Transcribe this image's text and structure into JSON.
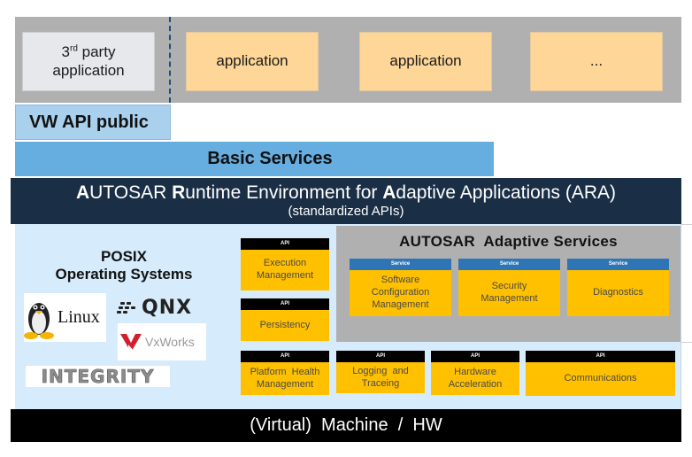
{
  "applications": {
    "third_party": {
      "prefix": "3",
      "sup": "rd",
      "line1_rest": " party",
      "line2": "application"
    },
    "items": [
      "application",
      "application",
      "..."
    ]
  },
  "vw_api": "VW API public",
  "basic_services": "Basic Services",
  "ara": {
    "title_parts": [
      {
        "b": "A",
        "t": "UTOSAR "
      },
      {
        "b": "R",
        "t": "untime Environment for "
      },
      {
        "b": "A",
        "t": "daptive Applications (ARA)"
      }
    ],
    "subtitle": "(standardized APIs)"
  },
  "posix": {
    "line1": "POSIX",
    "line2": "Operating Systems"
  },
  "os_logos": {
    "linux": "Linux",
    "qnx": "QNX",
    "vxworks": "VxWorks",
    "integrity": "INTEGRITY"
  },
  "api_tag": "API",
  "service_tag": "Service",
  "left_modules": [
    {
      "label_lines": [
        "Execution",
        "Management"
      ]
    },
    {
      "label_lines": [
        "Persistency"
      ]
    }
  ],
  "adaptive_services": {
    "title": "AUTOSAR  Adaptive Services",
    "items": [
      {
        "label_lines": [
          "Software",
          "Configuration",
          "Management"
        ]
      },
      {
        "label_lines": [
          "Security",
          "Management"
        ]
      },
      {
        "label_lines": [
          "Diagnostics"
        ]
      }
    ]
  },
  "bottom_modules": [
    {
      "label_lines": [
        "Platform  Health",
        "Management"
      ]
    },
    {
      "label_lines": [
        "Logging  and",
        "Traceing"
      ]
    },
    {
      "label_lines": [
        "Hardware",
        "Acceleration"
      ]
    },
    {
      "label_lines": [
        "Communications"
      ]
    }
  ],
  "hw": "(Virtual)  Machine  /  HW",
  "colors": {
    "module_yellow": "#ffc000",
    "service_blue": "#2e75b6",
    "ara_navy": "#1a2e45",
    "app_orange": "#fed698",
    "basic_blue": "#66ade0",
    "vw_api_blue": "#a9d0ed",
    "platform_bg": "#d6ebfb"
  }
}
